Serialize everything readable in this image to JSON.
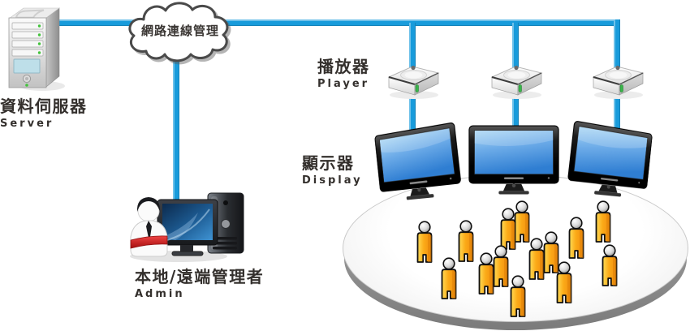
{
  "colors": {
    "connection_line": "#189BDB",
    "audience_orange": "#F7941D",
    "screen_blue": "#2F7ED2",
    "label_text": "#34302D"
  },
  "cloud": {
    "label": "網路連線管理"
  },
  "server": {
    "label_zh": "資料伺服器",
    "label_en": "Server"
  },
  "admin": {
    "label_zh": "本地/遠端管理者",
    "label_en": "Admin"
  },
  "players": {
    "label_zh": "播放器",
    "label_en": "Player",
    "count": 3
  },
  "displays": {
    "label_zh": "顯示器",
    "label_en": "Display",
    "count": 3
  },
  "audience": {
    "count": 14
  },
  "connections": [
    {
      "from": "server",
      "to": "network-cloud"
    },
    {
      "from": "network-cloud",
      "to": "admin"
    },
    {
      "from": "network-cloud",
      "to": "player-1"
    },
    {
      "from": "network-cloud",
      "to": "player-2"
    },
    {
      "from": "network-cloud",
      "to": "player-3"
    },
    {
      "from": "player-1",
      "to": "display-1"
    },
    {
      "from": "player-2",
      "to": "display-2"
    },
    {
      "from": "player-3",
      "to": "display-3"
    }
  ]
}
